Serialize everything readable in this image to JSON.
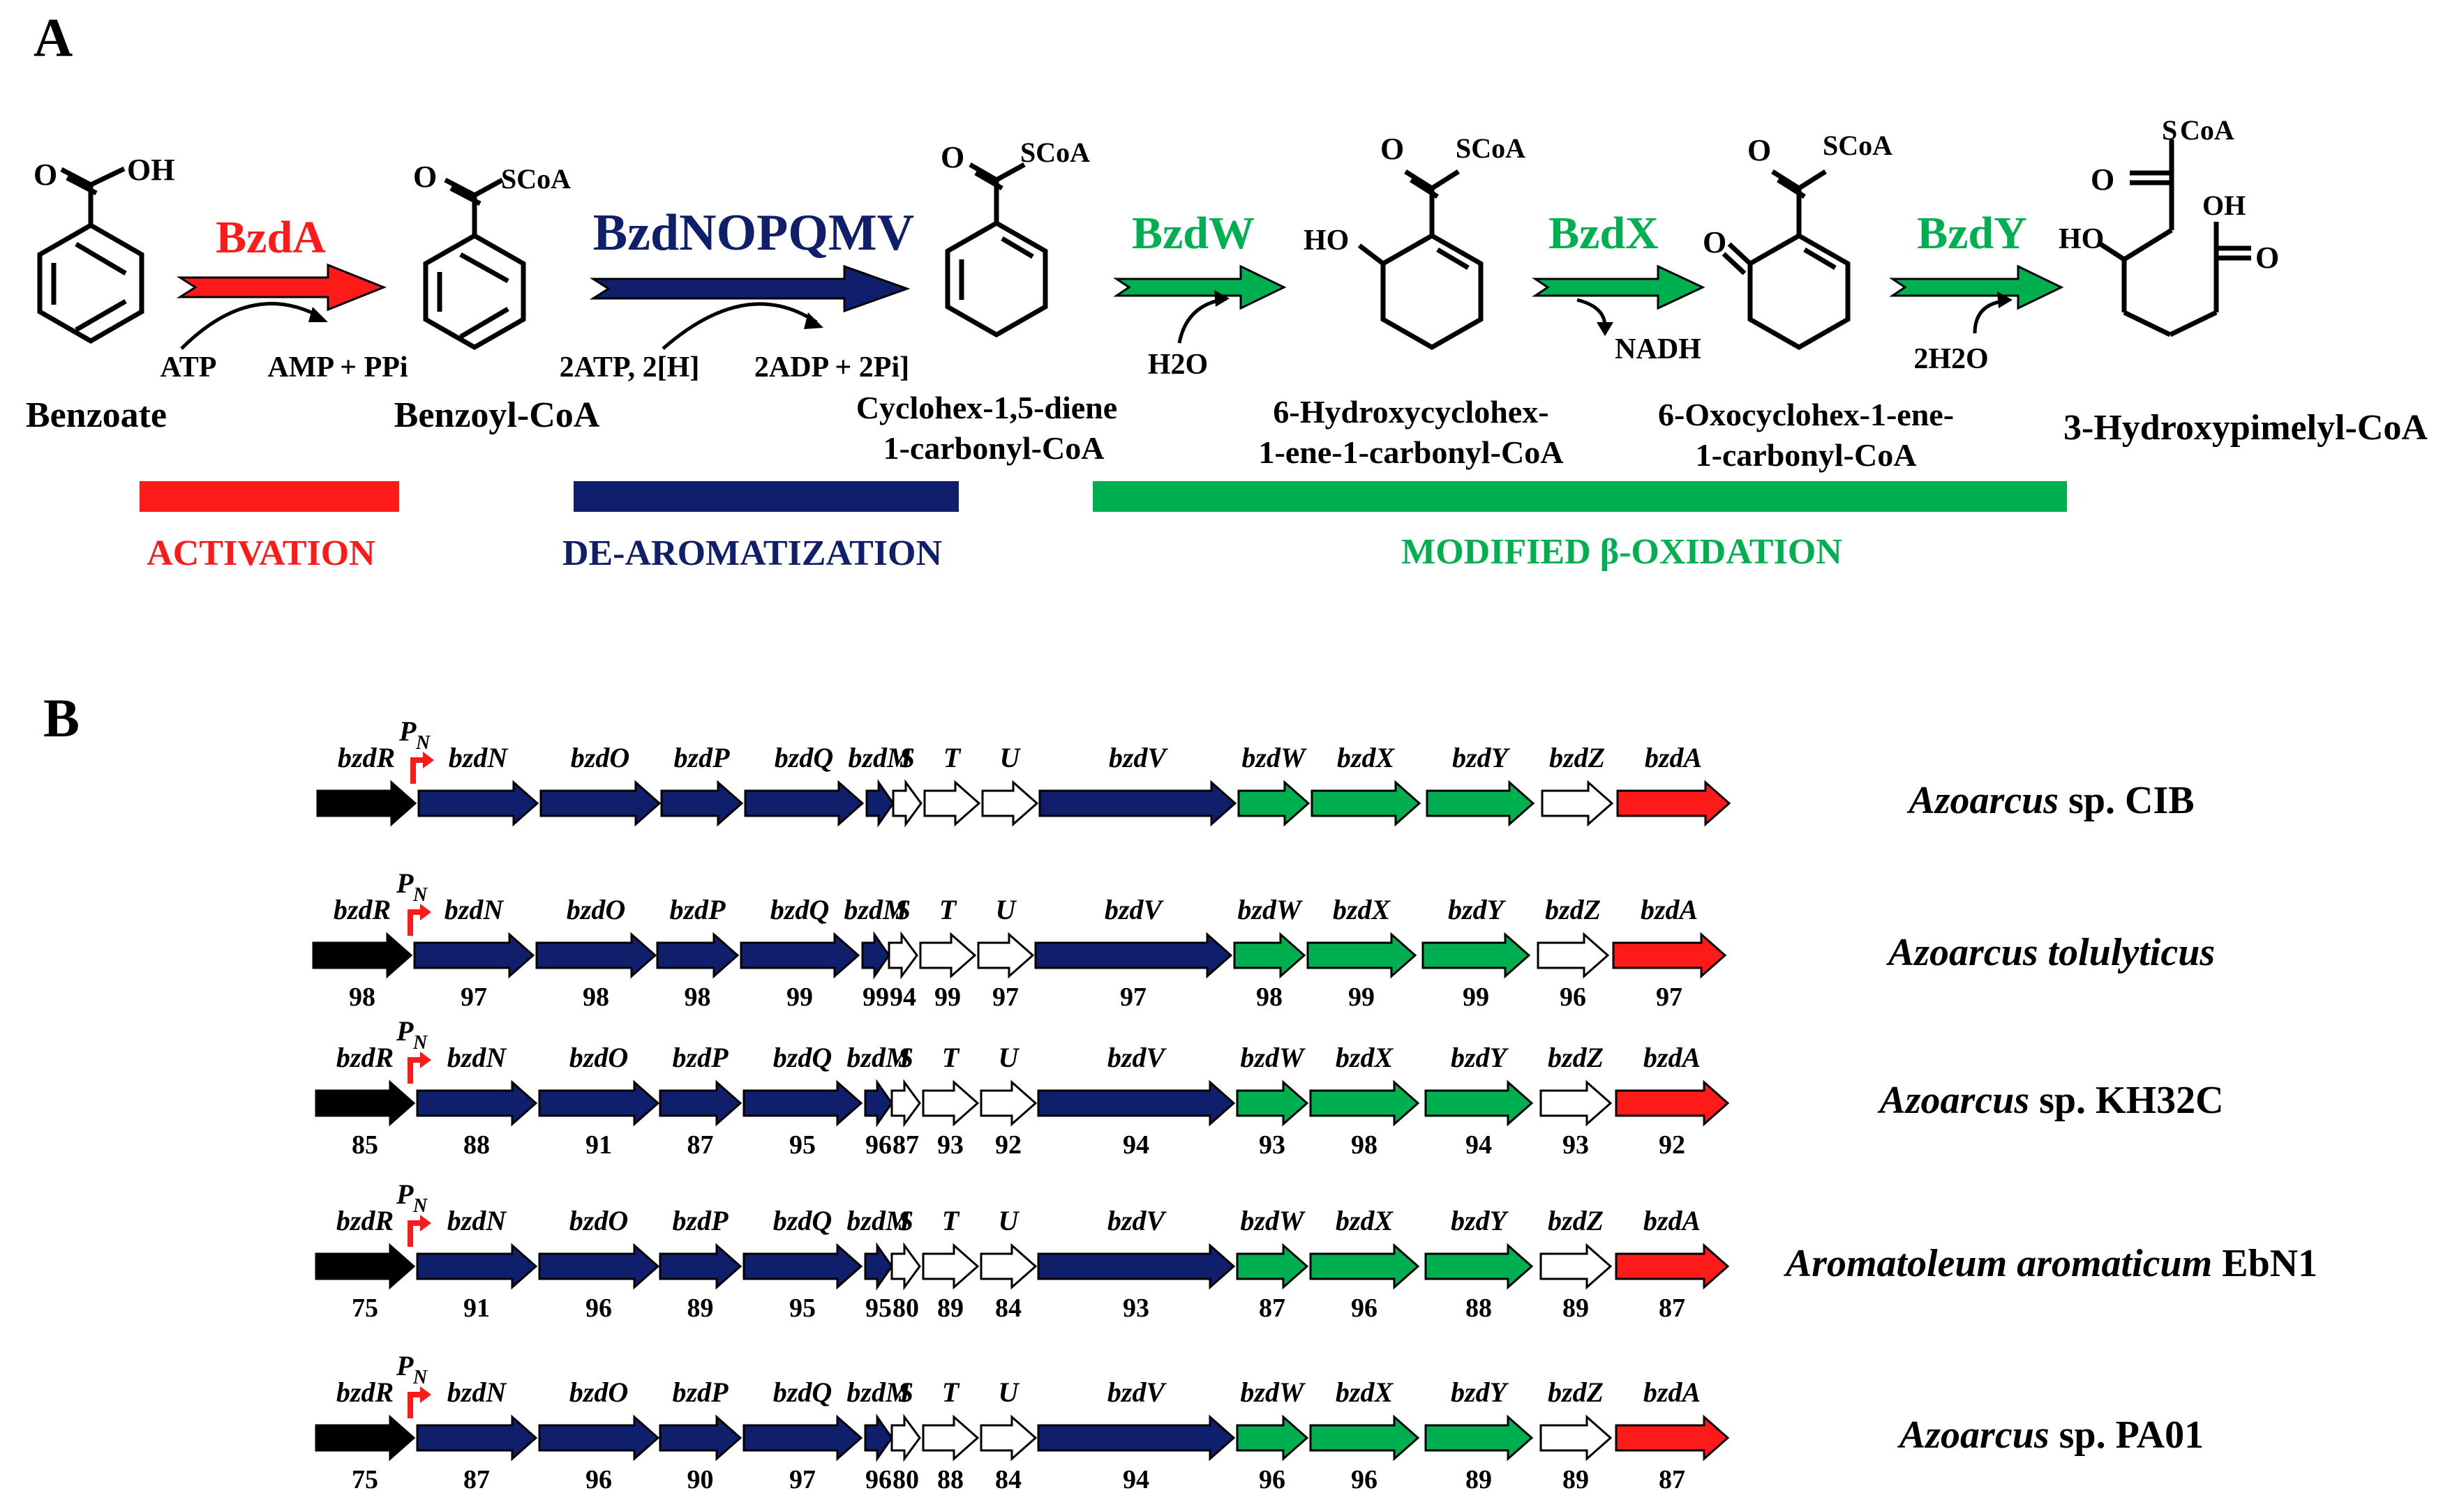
{
  "panel_labels": {
    "a": "A",
    "b": "B"
  },
  "colors": {
    "activation": "#ff1a1a",
    "dearomatization": "#0f1f6b",
    "beta_oxidation": "#00b050",
    "regulator": "#000000",
    "other": "#ffffff"
  },
  "pathway": {
    "compounds": [
      {
        "id": "benzoate",
        "label": [
          "Benzoate"
        ]
      },
      {
        "id": "benzoyl-coa",
        "label": [
          "Benzoyl-CoA"
        ]
      },
      {
        "id": "cyclohexdiene",
        "label": [
          "Cyclohex-1,5-diene",
          "1-carbonyl-CoA"
        ]
      },
      {
        "id": "hydroxy",
        "label": [
          "6-Hydroxycyclohex-",
          "1-ene-1-carbonyl-CoA"
        ]
      },
      {
        "id": "oxo",
        "label": [
          "6-Oxocyclohex-1-ene-",
          "1-carbonyl-CoA"
        ]
      },
      {
        "id": "pimelyl",
        "label": [
          "3-Hydroxypimelyl-CoA"
        ]
      }
    ],
    "atom_labels": {
      "oh": "OH",
      "o": "O",
      "scoa": "SCoA",
      "s": "S",
      "coa": "CoA",
      "ho": "HO"
    },
    "steps": [
      {
        "enzyme": "BzdA",
        "color": "activation",
        "cofactor_in": "ATP",
        "cofactor_out": "AMP + PPi"
      },
      {
        "enzyme": "BzdNOPQMV",
        "color": "dearomatization",
        "cofactor_in": "2ATP, 2[H]",
        "cofactor_out": "2ADP + 2Pi]"
      },
      {
        "enzyme": "BzdW",
        "color": "beta_oxidation",
        "cofactor_in": "H2O",
        "cofactor_out": ""
      },
      {
        "enzyme": "BzdX",
        "color": "beta_oxidation",
        "cofactor_in": "",
        "cofactor_out": "NADH"
      },
      {
        "enzyme": "BzdY",
        "color": "beta_oxidation",
        "cofactor_in": "2H2O",
        "cofactor_out": ""
      }
    ],
    "phases": [
      {
        "label": "ACTIVATION",
        "color": "activation"
      },
      {
        "label": "DE-AROMATIZATION",
        "color": "dearomatization"
      },
      {
        "label": "MODIFIED β-OXIDATION",
        "color": "beta_oxidation"
      }
    ]
  },
  "gene_cluster": {
    "promoter": {
      "letter": "P",
      "subscript": "N"
    },
    "genes": [
      {
        "name": "bzdR",
        "color": "regulator"
      },
      {
        "name": "bzdN",
        "color": "dearomatization"
      },
      {
        "name": "bzdO",
        "color": "dearomatization"
      },
      {
        "name": "bzdP",
        "color": "dearomatization"
      },
      {
        "name": "bzdQ",
        "color": "dearomatization"
      },
      {
        "name": "bzdM",
        "color": "dearomatization"
      },
      {
        "name": "S",
        "color": "other"
      },
      {
        "name": "T",
        "color": "other"
      },
      {
        "name": "U",
        "color": "other"
      },
      {
        "name": "bzdV",
        "color": "dearomatization"
      },
      {
        "name": "bzdW",
        "color": "beta_oxidation"
      },
      {
        "name": "bzdX",
        "color": "beta_oxidation"
      },
      {
        "name": "bzdY",
        "color": "beta_oxidation"
      },
      {
        "name": "bzdZ",
        "color": "other"
      },
      {
        "name": "bzdA",
        "color": "activation"
      }
    ],
    "organisms": [
      {
        "genus": "Azoarcus",
        "rest": " sp. CIB",
        "identities": []
      },
      {
        "genus": "Azoarcus tolulyticus",
        "rest": "",
        "identities": [
          "98",
          "97",
          "98",
          "98",
          "99",
          "99",
          "94",
          "99",
          "97",
          "97",
          "98",
          "99",
          "99",
          "96",
          "97"
        ]
      },
      {
        "genus": "Azoarcus",
        "rest": " sp. KH32C",
        "identities": [
          "85",
          "88",
          "91",
          "87",
          "95",
          "96",
          "87",
          "93",
          "92",
          "94",
          "93",
          "98",
          "94",
          "93",
          "92"
        ]
      },
      {
        "genus": "Aromatoleum aromaticum",
        "rest": " EbN1",
        "identities": [
          "75",
          "91",
          "96",
          "89",
          "95",
          "95",
          "80",
          "89",
          "84",
          "93",
          "87",
          "96",
          "88",
          "89",
          "87"
        ]
      },
      {
        "genus": "Azoarcus",
        "rest": " sp. PA01",
        "identities": [
          "75",
          "87",
          "96",
          "90",
          "97",
          "96",
          "80",
          "88",
          "84",
          "94",
          "96",
          "96",
          "89",
          "89",
          "87"
        ]
      }
    ]
  }
}
